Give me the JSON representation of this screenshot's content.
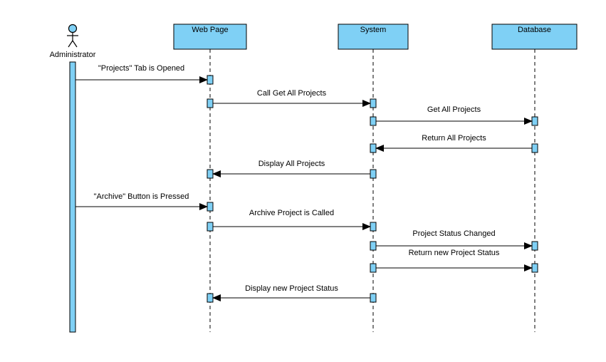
{
  "colors": {
    "box_fill": "#7fd0f5",
    "stroke": "#000000",
    "background": "#ffffff"
  },
  "actor": {
    "name": "Administrator",
    "icon": "stick-figure-icon"
  },
  "participants": [
    {
      "id": "web",
      "name": "Web Page"
    },
    {
      "id": "sys",
      "name": "System"
    },
    {
      "id": "db",
      "name": "Database"
    }
  ],
  "messages": [
    {
      "from": "admin",
      "to": "web",
      "label": "\"Projects\" Tab is Opened"
    },
    {
      "from": "web",
      "to": "sys",
      "label": "Call Get All Projects"
    },
    {
      "from": "sys",
      "to": "db",
      "label": "Get All Projects"
    },
    {
      "from": "db",
      "to": "sys",
      "label": "Return All Projects"
    },
    {
      "from": "sys",
      "to": "web",
      "label": "Display All Projects"
    },
    {
      "from": "admin",
      "to": "web",
      "label": "\"Archive\" Button is Pressed"
    },
    {
      "from": "web",
      "to": "sys",
      "label": "Archive Project is Called"
    },
    {
      "from": "sys",
      "to": "db",
      "label": "Project Status Changed"
    },
    {
      "from": "sys",
      "to": "db",
      "label": "Return new Project Status"
    },
    {
      "from": "sys",
      "to": "web",
      "label": "Display new Project Status"
    }
  ]
}
